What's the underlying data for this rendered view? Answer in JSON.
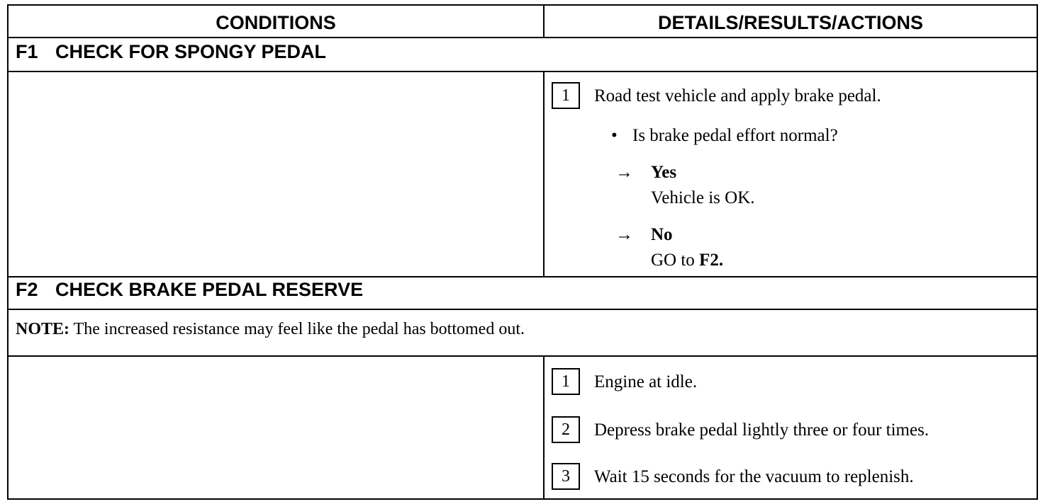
{
  "headers": {
    "conditions": "CONDITIONS",
    "details": "DETAILS/RESULTS/ACTIONS"
  },
  "f1": {
    "id": "F1",
    "title": "CHECK FOR SPONGY PEDAL",
    "step1_num": "1",
    "step1_text": "Road test vehicle and apply brake pedal.",
    "bullet": "•",
    "question": "Is brake pedal effort normal?",
    "arrow": "→",
    "yes_label": "Yes",
    "yes_text": "Vehicle is OK.",
    "no_label": "No",
    "no_text_prefix": "GO to ",
    "no_text_ref": "F2."
  },
  "f2": {
    "id": "F2",
    "title": "CHECK BRAKE PEDAL RESERVE",
    "note_label": "NOTE:",
    "note_text": " The increased resistance may feel like the pedal has bottomed out.",
    "steps": [
      {
        "num": "1",
        "text": "Engine at idle."
      },
      {
        "num": "2",
        "text": "Depress brake pedal lightly three or four times."
      },
      {
        "num": "3",
        "text": "Wait 15 seconds for the vacuum to replenish."
      }
    ]
  }
}
